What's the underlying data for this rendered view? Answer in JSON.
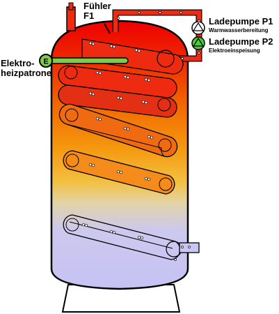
{
  "labels": {
    "sensor_line1": "Fühler",
    "sensor_line2": "F1",
    "heater_line1": "Elektro-",
    "heater_line2": "heizpatrone",
    "heater_symbol": "E",
    "pump1_title": "Ladepumpe P1",
    "pump1_subtitle": "Warmwasserbereitung",
    "pump2_title": "Ladepumpe P2",
    "pump2_subtitle": "Elektroeinspeisung"
  },
  "colors": {
    "hot": "#ee0000",
    "warm": "#f57a00",
    "mid": "#f7b000",
    "cool": "#e8d49a",
    "cold": "#c8c6f2",
    "pipe": "#ee2b10",
    "pump_green": "#49c93c",
    "heater_green": "#7ecb4e",
    "outline": "#000000"
  }
}
